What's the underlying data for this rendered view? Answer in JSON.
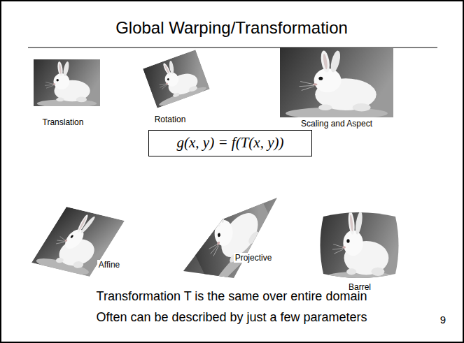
{
  "diagram": {
    "title": "Global Warping/Transformation",
    "nodes": [
      {
        "text": [
          "g(x, y) = f(T(x, y))"
        ]
      }
    ],
    "labels": [
      "Translation",
      "Rotation",
      "Scaling and Aspect",
      "Affine",
      "Projective",
      "Barrel",
      "Transformation T is the same over entire domain",
      "Often can be described by just a few parameters",
      "9"
    ]
  }
}
